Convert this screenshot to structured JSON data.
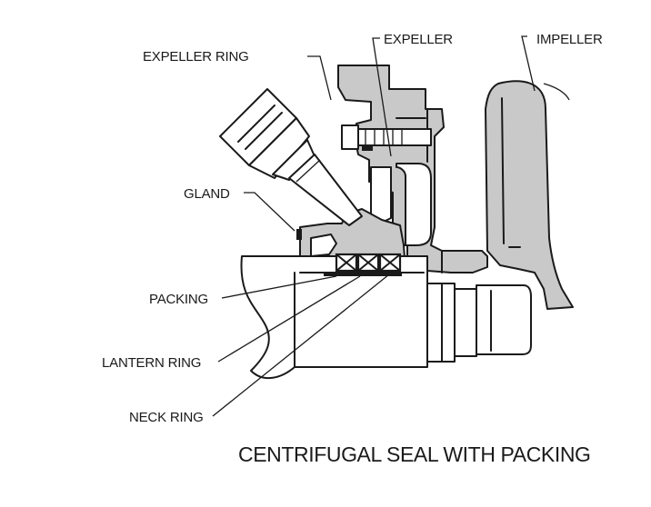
{
  "labels": {
    "expeller_ring": "EXPELLER RING",
    "expeller": "EXPELLER",
    "impeller": "IMPELLER",
    "gland": "GLAND",
    "packing": "PACKING",
    "lantern_ring": "LANTERN RING",
    "neck_ring": "NECK RING"
  },
  "caption": "CENTRIFUGAL SEAL WITH PACKING"
}
